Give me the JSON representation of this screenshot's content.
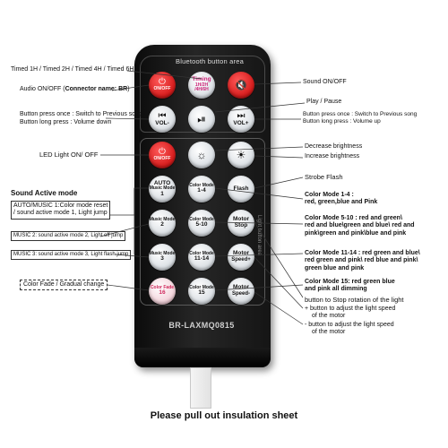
{
  "remote": {
    "header": "Bluetooth button area",
    "side_text": "Light button area",
    "model": "BR-LAXMQ0815"
  },
  "buttons": {
    "on_off_top": "ON/OFF",
    "timing": "Timing",
    "timing_sub": "1H/2H /4H/6H",
    "vol_minus": "VOL-",
    "vol_plus": "VOL+",
    "on_off_light": "ON/OFF",
    "auto_top": "AUTO",
    "auto_mid": "Music Mode",
    "auto_num": "1",
    "color_1_4_a": "Color Mode",
    "color_1_4_b": "1-4",
    "flash": "Flash",
    "music2_a": "Music Mode",
    "music2_b": "2",
    "color_5_10_a": "Color Mode",
    "color_5_10_b": "5-10",
    "motor_stop_a": "Motor",
    "motor_stop_b": "Stop",
    "music3_a": "Music Mode",
    "music3_b": "3",
    "color_11_14_a": "Color Mode",
    "color_11_14_b": "11-14",
    "motor_speed_plus_a": "Motor",
    "motor_speed_plus_b": "Speed+",
    "color_fade_a": "Color Fade",
    "color_fade_b": "16",
    "color_15_a": "Color Mode",
    "color_15_b": "15",
    "motor_speed_minus_a": "Motor",
    "motor_speed_minus_b": "Speed-"
  },
  "icons": {
    "sound": "speaker-mute-icon",
    "prev": "previous-icon",
    "play": "play-pause-icon",
    "next": "next-icon",
    "dim": "sun-dim-icon",
    "bright": "sun-bright-icon"
  },
  "labels_left": {
    "timed": "Timed 1H / Timed 2H / Timed 4H / Timed 6H",
    "audio_a": "Audio ON/OFF (",
    "audio_b": "Connector name: BR",
    "audio_c": ")",
    "prev_1": "Button press once : Switch to Previous song",
    "prev_2": "Button long press : Volume down",
    "led": "LED Light ON/ OFF",
    "sound_active": "Sound Active mode",
    "auto_1": "AUTO/MUSIC 1:Color mode reset",
    "auto_2": "/ sound active mode 1, Light jump",
    "music2": "MUSIC 2: sound active mode 2, Light off jump",
    "music3": "MUSIC 3: sound active mode 3, Light flash jump",
    "fade": "Color Fade / Gradual change"
  },
  "labels_right": {
    "sound": "Sound ON/OFF",
    "play": "Play / Pause",
    "next_1": "Button press once : Switch to Previous song",
    "next_2": "Button long press : Volume up",
    "decrease": "Decrease  brightness",
    "increase": "Increase  brightness",
    "strobe": "Strobe Flash",
    "c14_a": "Color Mode 1-4 :",
    "c14_b": "red, green,blue and Pink",
    "c510_a": "Color Mode 5-10 :  red and green\\",
    "c510_b": "red and blue\\green and blue\\ red and",
    "c510_c": "pink\\green and pink\\blue and pink",
    "c1114_a": "Color Mode 11-14 :  red green and blue\\",
    "c1114_b": " red  green and pink\\ red  blue and pink\\",
    "c1114_c": " green  blue and pink",
    "c15_a": "Color Mode 15: red green blue",
    "c15_b": "and pink all dimming",
    "stop_note": "button to Stop rotation of the light",
    "plus_a": "+ button  to adjust the light speed",
    "plus_b": "of the motor",
    "minus_a": "- button  to adjust the light speed",
    "minus_b": "of the motor"
  },
  "bottom_note": "Please pull out insulation sheet",
  "colors": {
    "remote_body": "#1a1a1a",
    "red_button": "#d61d1d",
    "timing_text": "#cc2277",
    "color_fade_text": "#d0265a",
    "label_text": "#111111"
  }
}
